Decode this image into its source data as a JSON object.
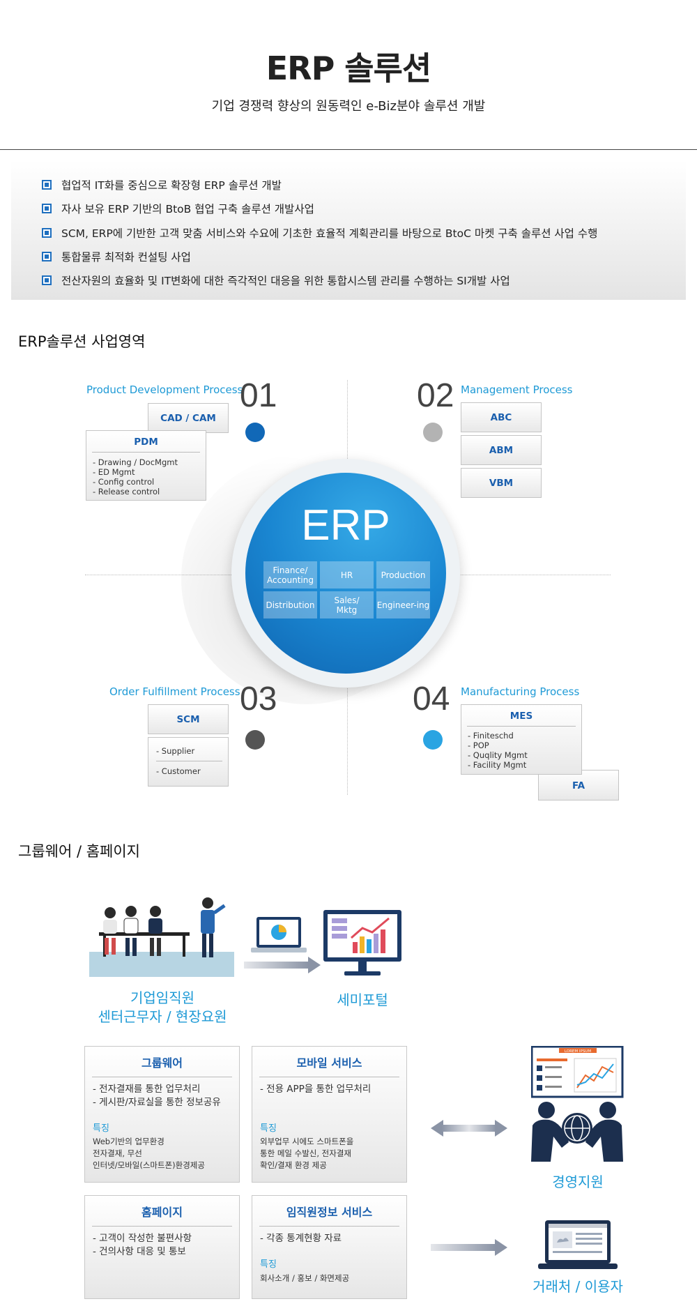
{
  "header": {
    "title": "ERP 솔루션",
    "subtitle": "기업 경쟁력 향상의 원동력인 e-Biz분야 솔루션 개발"
  },
  "bullets": [
    "협업적  IT화를 중심으로 확장형  ERP 솔루션 개발",
    "자사 보유 ERP 기반의 BtoB 협업 구축 솔루션 개발사업",
    "SCM, ERP에 기반한 고객 맞춤 서비스와 수요에 기초한 효율적 계획관리를 바탕으로 BtoC 마켓 구축 솔루션 사업 수행",
    "통합물류 최적화 컨설팅 사업",
    "전산자원의 효율화 및 IT변화에 대한 즉각적인 대응을 위한 통합시스템 관리를 수행하는 SI개발 사업"
  ],
  "erp_section": {
    "title": "ERP솔루션 사업영역",
    "center": {
      "label": "ERP",
      "cells": [
        "Finance/\nAccounting",
        "HR",
        "Production",
        "Distribution",
        "Sales/\nMktg",
        "Engineer-ing"
      ]
    },
    "q1": {
      "number": "01",
      "label": "Product Development Process",
      "dot_color": "#1168b7",
      "cad": "CAD / CAM",
      "pdm_title": "PDM",
      "pdm_items": [
        "- Drawing / DocMgmt",
        "- ED Mgmt",
        "- Config control",
        "- Release control"
      ]
    },
    "q2": {
      "number": "02",
      "label": "Management Process",
      "dot_color": "#b3b3b3",
      "boxes": [
        "ABC",
        "ABM",
        "VBM"
      ]
    },
    "q3": {
      "number": "03",
      "label": "Order Fulfillment Process",
      "dot_color": "#555555",
      "scm": "SCM",
      "items": [
        "- Supplier",
        "- Customer"
      ]
    },
    "q4": {
      "number": "04",
      "label": "Manufacturing Process",
      "dot_color": "#2aa4e2",
      "mes_title": "MES",
      "mes_items": [
        "- Finiteschd",
        "- POP",
        "- Quqlity Mgmt",
        "- Facility Mgmt"
      ],
      "fa": "FA"
    }
  },
  "groupware_section": {
    "title": "그룹웨어 / 홈페이지",
    "employees_label": "기업임직원\n센터근무자 / 현장요원",
    "portal_label": "세미포털",
    "panels": [
      {
        "title": "그룹웨어",
        "items": [
          "- 전자결재를 통한 업무처리",
          "- 게시판/자료실을 통한 정보공유"
        ],
        "feature_title": "특징",
        "feature_text": "Web기반의 업무환경\n전자결재, 무선\n인터넷/모바일(스마트폰)환경제공"
      },
      {
        "title": "모바일 서비스",
        "items": [
          "- 전용 APP을 통한 업무처리"
        ],
        "feature_title": "특징",
        "feature_text": "외부업무 시에도 스마트폰을\n통한 메일 수발신, 전자결재\n확인/결재 환경 제공"
      },
      {
        "title": "홈페이지",
        "items": [
          "- 고객이 작성한 불편사항",
          "- 건의사항 대응 및 통보"
        ],
        "feature_title": "",
        "feature_text": ""
      },
      {
        "title": "임직원정보 서비스",
        "items": [
          "- 각종 통계현황 자료"
        ],
        "feature_title": "특징",
        "feature_text": "회사소개 / 홍보 / 화면제공"
      }
    ],
    "management_label": "경영지원",
    "partner_label": "거래처 / 이용자",
    "report_text": "LOREM IPSUM"
  }
}
